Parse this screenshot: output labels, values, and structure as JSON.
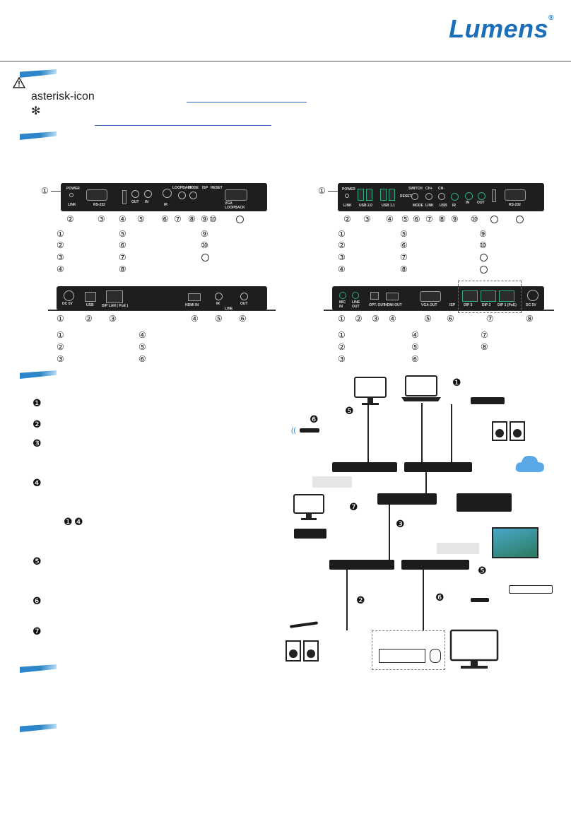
{
  "header": {
    "brand": "Lumens",
    "registered": "®"
  },
  "icons": {
    "warning": "warning-triangle-icon",
    "note": "asterisk-icon"
  },
  "tx_front": {
    "title_labels": [
      "POWER",
      "LINK",
      "RS-232",
      "IR",
      "OUT",
      "IN",
      "LOOPBACK",
      "MODE",
      "ISP",
      "RESET",
      "VGA LOOPBACK"
    ],
    "callouts": [
      "①",
      "②",
      "③",
      "④",
      "⑤",
      "⑥",
      "⑦",
      "⑧",
      "⑨",
      "⑩"
    ],
    "legend": [
      "①",
      "②",
      "③",
      "④",
      "⑤",
      "⑥",
      "⑦",
      "⑧",
      "⑨",
      "⑩"
    ]
  },
  "rx_front": {
    "labels": [
      "POWER",
      "LINK",
      "USB 2.0",
      "USB 1.1",
      "RESET",
      "SWITCH",
      "CH+",
      "CH-",
      "MODE",
      "LINK",
      "USB",
      "IR",
      "IN",
      "OUT",
      "RS-232"
    ],
    "callouts": [
      "①",
      "②",
      "③",
      "④",
      "⑤",
      "⑥",
      "⑦",
      "⑧",
      "⑨",
      "⑩"
    ],
    "legend": [
      "①",
      "②",
      "③",
      "④",
      "⑤",
      "⑥",
      "⑦",
      "⑧",
      "⑨",
      "⑩"
    ]
  },
  "tx_rear": {
    "labels": [
      "DC 5V",
      "USB",
      "DIP LAN ( PoE )",
      "HDMI IN",
      "IR",
      "OUT",
      "LINE"
    ],
    "callouts": [
      "①",
      "②",
      "③",
      "④",
      "⑤",
      "⑥"
    ],
    "legend": [
      "①",
      "②",
      "③",
      "④",
      "⑤",
      "⑥"
    ]
  },
  "rx_rear": {
    "labels": [
      "MIC IN",
      "LINE OUT",
      "OPT. OUT",
      "HDMI OUT",
      "VGA OUT",
      "ISP",
      "DIP 3",
      "DIP 2",
      "DIP 1 (PoE)",
      "DC 5V"
    ],
    "callouts": [
      "①",
      "②",
      "③",
      "④",
      "⑤",
      "⑥",
      "⑦",
      "⑧"
    ],
    "legend": [
      "①",
      "②",
      "③",
      "④",
      "⑤",
      "⑥",
      "⑦",
      "⑧"
    ]
  },
  "steps": [
    "❶",
    "❷",
    "❸",
    "❹",
    "❶",
    "❹",
    "❺",
    "❻",
    "❼"
  ],
  "diagram": {
    "markers": [
      "❶",
      "❺",
      "❻",
      "❼",
      "❸",
      "❺",
      "❷",
      "❻"
    ]
  }
}
